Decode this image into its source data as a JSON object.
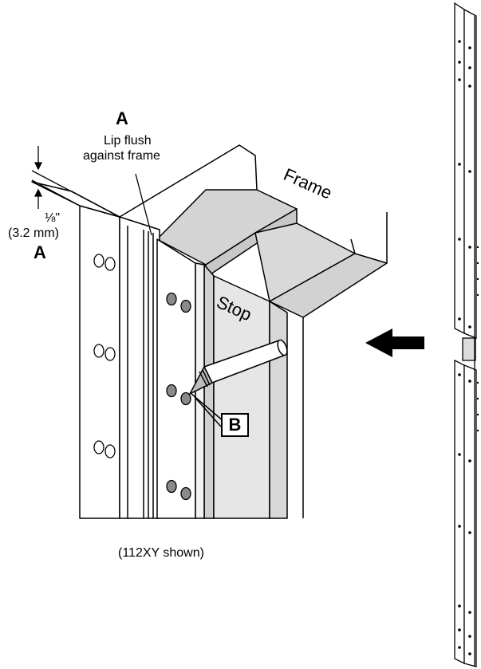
{
  "callouts": {
    "a_top_letter": "A",
    "a_top_text_line1": "Lip flush",
    "a_top_text_line2": "against frame",
    "gap_fraction": "⅛\"",
    "gap_mm": "(3.2 mm)",
    "a_left_letter": "A",
    "b_letter": "B"
  },
  "parts": {
    "frame": "Frame",
    "stop": "Stop"
  },
  "caption": "(112XY shown)",
  "colors": {
    "line": "#000000",
    "frame_gray": "#d4d4d4",
    "stop_gray": "#e3e3e3",
    "screw_gray": "#8a8a8a",
    "background": "#ffffff"
  }
}
